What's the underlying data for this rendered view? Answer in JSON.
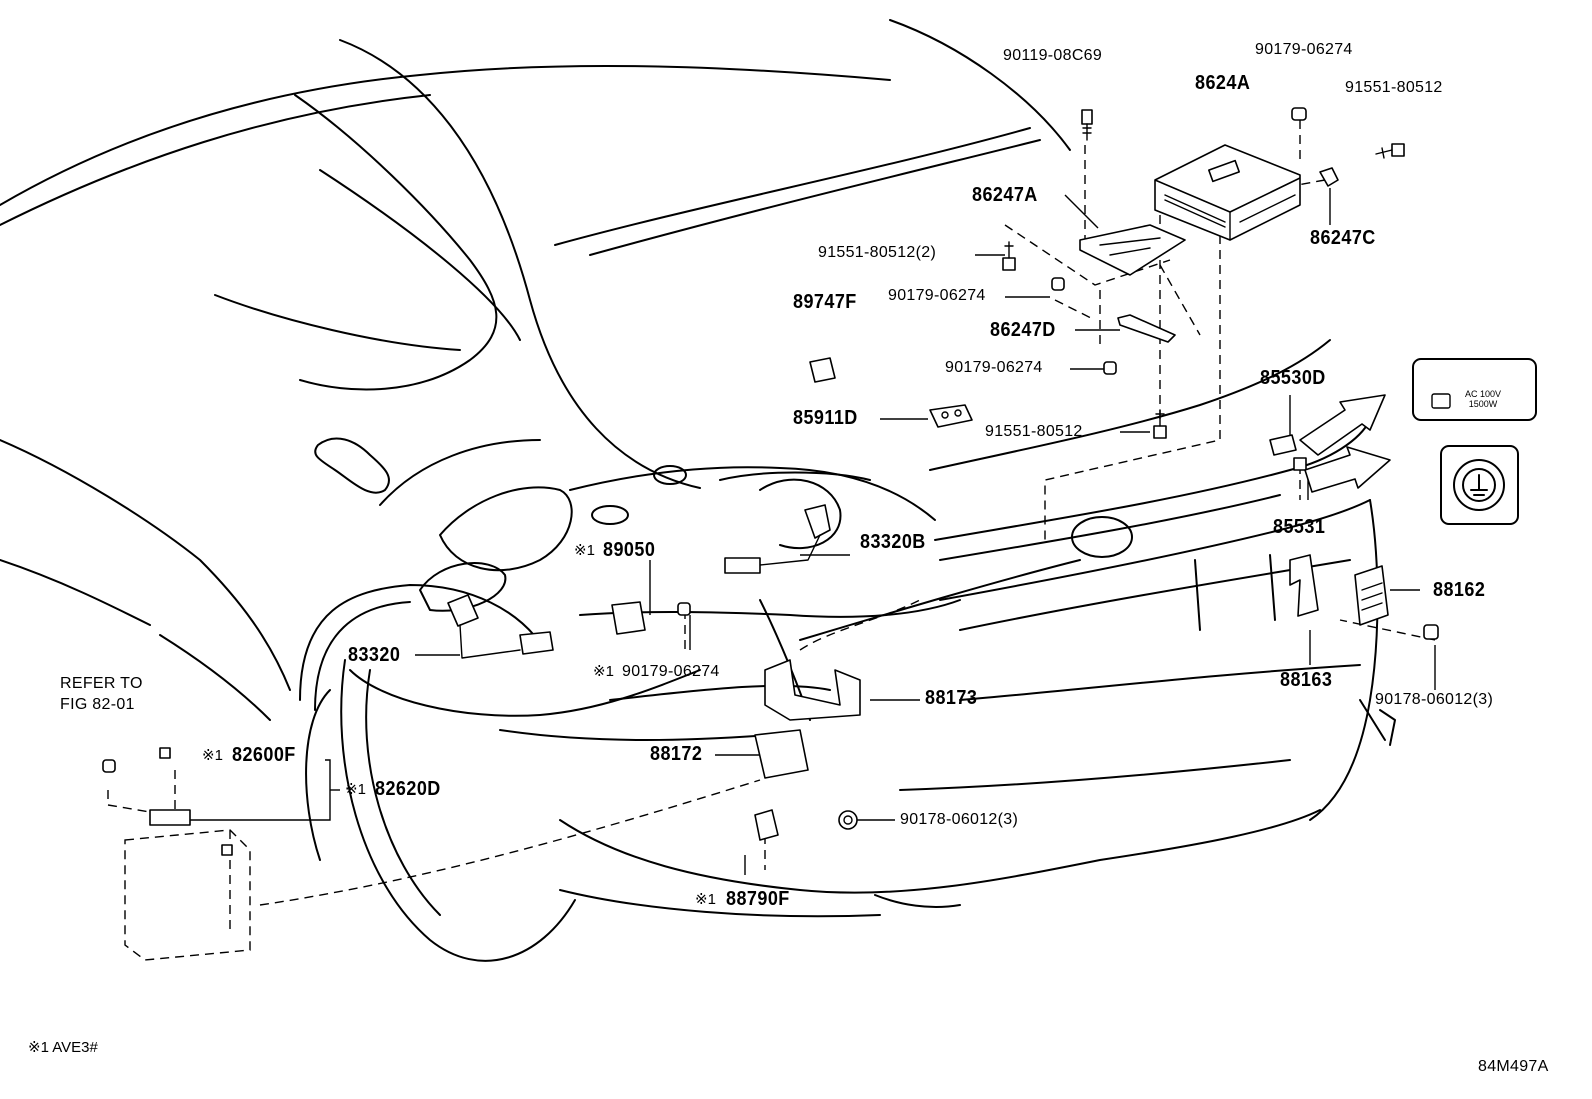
{
  "callouts": {
    "p90119_08C69": "90119-08C69",
    "p8624A": "8624A",
    "p90179_06274_top": "90179-06274",
    "p91551_80512_top": "91551-80512",
    "p86247A": "86247A",
    "p86247C": "86247C",
    "p91551_80512_2": "91551-80512(2)",
    "p90179_06274_a": "90179-06274",
    "p89747F": "89747F",
    "p86247D": "86247D",
    "p90179_06274_b": "90179-06274",
    "p85911D": "85911D",
    "p91551_80512_c": "91551-80512",
    "p85530D": "85530D",
    "p85531": "85531",
    "p83320B": "83320B",
    "p89050": "89050",
    "p90179_06274_c": "90179-06274",
    "p83320": "83320",
    "p88173": "88173",
    "p88162": "88162",
    "p88163": "88163",
    "p90178_06012_right": "90178-06012(3)",
    "p88172": "88172",
    "p82600F": "82600F",
    "p82620D": "82620D",
    "p90178_06012_mid": "90178-06012(3)",
    "p88790F": "88790F",
    "refer_line1": "REFER TO",
    "refer_line2": "FIG 82-01"
  },
  "marks": {
    "star1": "※1"
  },
  "inset_outlet": {
    "line1": "AC 100V",
    "line2": "1500W"
  },
  "footnote": "※1 AVE3#",
  "figure_code": "84M497A"
}
